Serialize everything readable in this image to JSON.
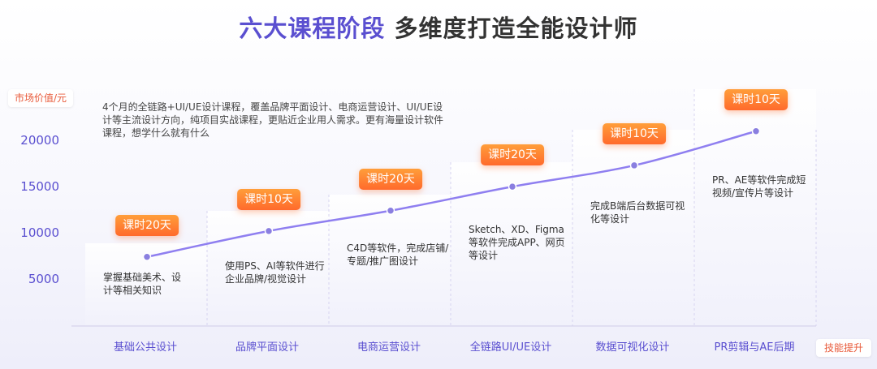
{
  "title": {
    "accent": "六大课程阶段",
    "rest": "多维度打造全能设计师"
  },
  "intro": "4个月的全链路+UI/UE设计课程，覆盖品牌平面设计、电商运营设计、UI/UE设计等主流设计方向，纯项目实战课程，更贴近企业用人需求。更有海量设计软件课程，想学什么就有什么",
  "colors": {
    "accent": "#5a4fd0",
    "line": "#8f7ff0",
    "point": "#8a7fe0",
    "badge_top": "#ff9e3a",
    "badge_bottom": "#ff6a2c",
    "axis_label": "#e85a3a"
  },
  "chart_data": {
    "type": "line",
    "ylabel": "市场价值/元",
    "xlabel": "技能提升",
    "yticks": [
      5000,
      10000,
      15000,
      20000
    ],
    "ylim": [
      0,
      25000
    ],
    "categories": [
      "基础公共设计",
      "品牌平面设计",
      "电商运营设计",
      "全链路UI/UE设计",
      "数据可视化设计",
      "PR剪辑与AE后期"
    ],
    "values": [
      7300,
      10100,
      12300,
      14900,
      17200,
      20900
    ],
    "badges": [
      "课时20天",
      "课时10天",
      "课时20天",
      "课时20天",
      "课时10天",
      "课时10天"
    ],
    "descriptions": [
      "掌握基础美术、设计等相关知识",
      "使用PS、AI等软件进行企业品牌/视觉设计",
      "C4D等软件，完成店铺/专题/推广图设计",
      "Sketch、XD、Figma等软件完成APP、网页等设计",
      "完成B端后台数据可视化等设计",
      "PR、AE等软件完成短视频/宣传片等设计"
    ],
    "grid": false
  }
}
